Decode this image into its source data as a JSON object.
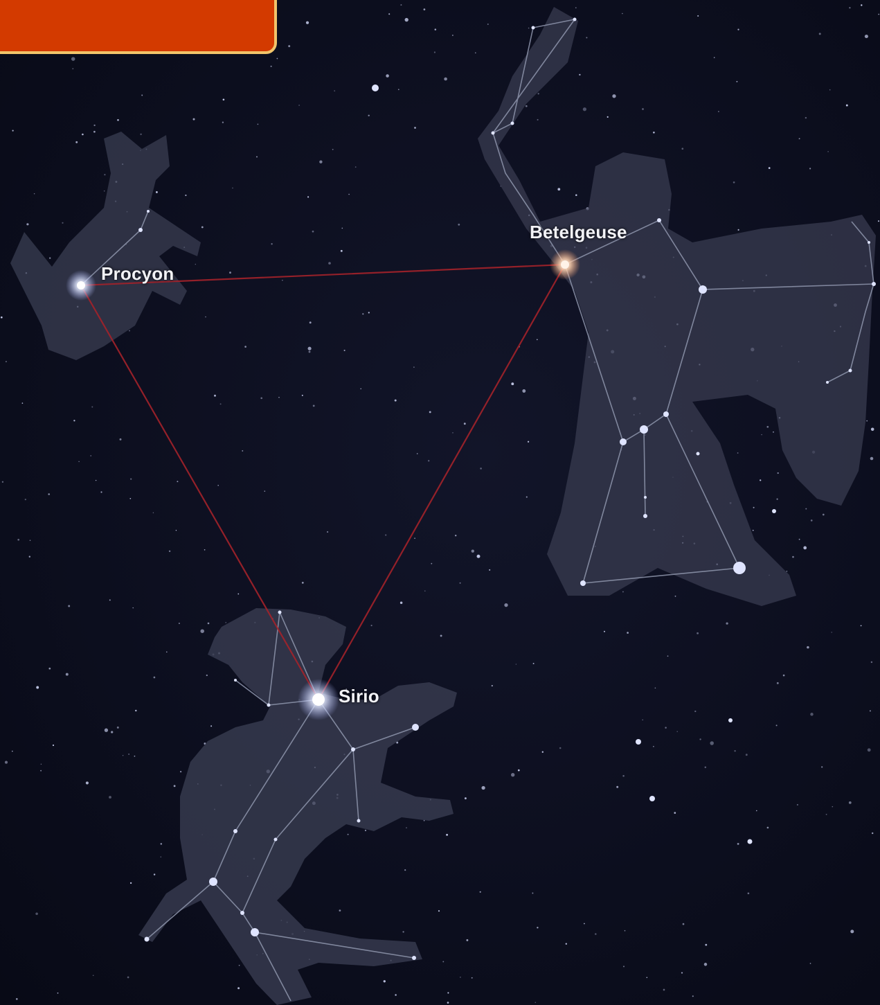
{
  "labels": {
    "procyon": "Procyon",
    "betelgeuse": "Betelgeuse",
    "sirio": "Sirio"
  },
  "colors": {
    "sky": "#0b0d1c",
    "banner": "#d33a00",
    "banner_border": "#f2c46a",
    "triangle_line": "#a3222a",
    "constellation_line": "#8f96ad",
    "figure_fill": "#3a3d52"
  }
}
